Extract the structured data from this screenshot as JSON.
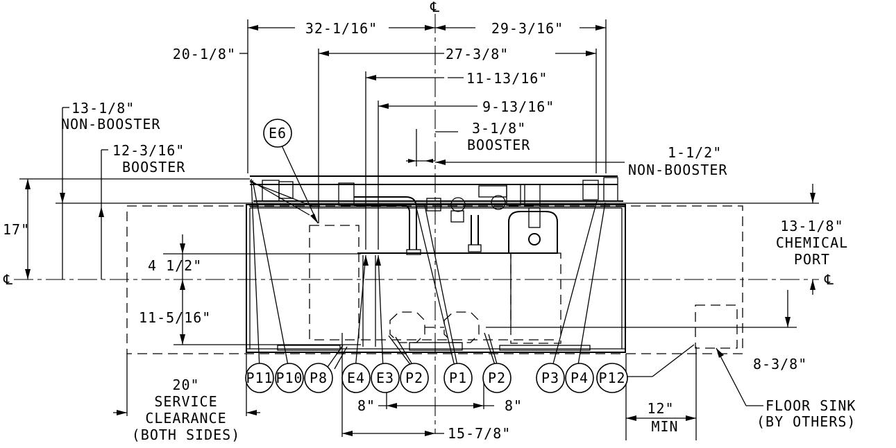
{
  "centerline_symbol": "℄",
  "dimensions": {
    "d_32_1_16": "32-1/16\"",
    "d_29_3_16": "29-3/16\"",
    "d_20_1_8": "20-1/8\"",
    "d_27_3_8": "27-3/8\"",
    "d_11_13_16": "11-13/16\"",
    "d_9_13_16": "9-13/16\"",
    "d_3_1_8": "3-1/8\"",
    "d_13_1_8": "13-1/8\"",
    "d_12_3_16": "12-3/16\"",
    "d_1_1_2": "1-1/2\"",
    "d_17": "17\"",
    "d_4_1_2": "4 1/2\"",
    "d_11_5_16": "11-5/16\"",
    "d_13_1_8_chem": "13-1/8\"",
    "d_8_3_8": "8-3/8\"",
    "d_20": "20\"",
    "d_8_left": "8\"",
    "d_8_right": "8\"",
    "d_15_7_8": "15-7/8\"",
    "d_12": "12\""
  },
  "notes": {
    "non_booster": "NON-BOOSTER",
    "booster": "BOOSTER",
    "booster_b": "BOOSTER",
    "non_booster_b": "NON-BOOSTER",
    "chemical": "CHEMICAL",
    "port": "PORT",
    "service": "SERVICE",
    "clearance": "CLEARANCE",
    "both_sides": "(BOTH SIDES)",
    "min": "MIN",
    "floor_sink": "FLOOR SINK",
    "by_others": "(BY OTHERS)"
  },
  "callouts": {
    "e6": "E6",
    "p11": "P11",
    "p10": "P10",
    "p8": "P8",
    "e4": "E4",
    "e3": "E3",
    "p2a": "P2",
    "p1": "P1",
    "p2b": "P2",
    "p3": "P3",
    "p4": "P4",
    "p12": "P12"
  }
}
